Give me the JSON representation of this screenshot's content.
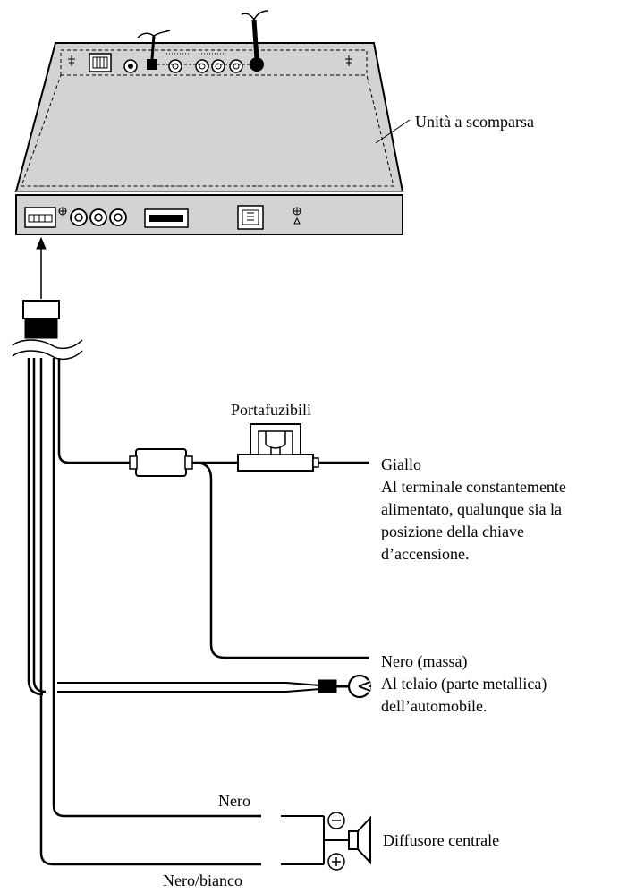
{
  "colors": {
    "unit_fill": "#d3d3d3",
    "unit_edge": "#000000",
    "wire": "#000000",
    "background": "#ffffff"
  },
  "labels": {
    "hideaway_unit": "Unità a scomparsa",
    "fuse_holder": "Portafuzibili",
    "yellow_title": "Giallo",
    "yellow_desc": [
      "Al terminale constantemente",
      "alimentato, qualunque sia la",
      "posizione della chiave",
      "d’accensione."
    ],
    "ground_title": "Nero (massa)",
    "ground_desc": [
      "Al telaio (parte metallica)",
      "dell’automobile."
    ],
    "black_wire": "Nero",
    "black_white_wire": "Nero/bianco",
    "center_speaker": "Diffusore centrale"
  },
  "icons": {
    "speaker": "speaker-icon",
    "minus": "minus-terminal-icon",
    "plus": "plus-terminal-icon",
    "ground_lug": "ring-terminal-icon",
    "fuse_holder": "fuse-holder-icon",
    "inline_fuse": "inline-fuse-icon",
    "connector": "wire-connector-icon"
  }
}
